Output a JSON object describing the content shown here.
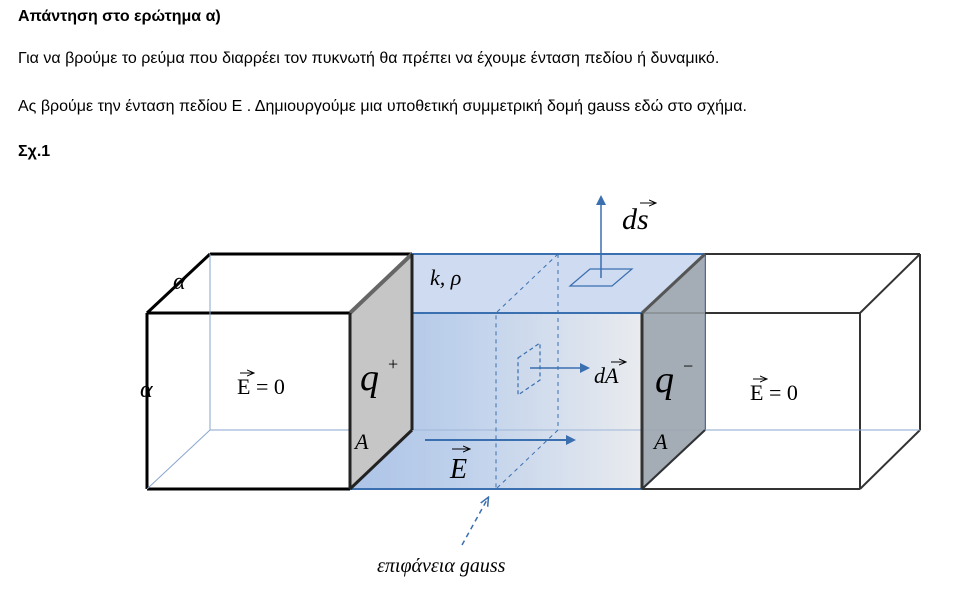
{
  "text": {
    "heading": "Απάντηση   στο ερώτημα α)",
    "paragraph1": "Για να βρούμε το ρεύμα που διαρρέει τον πυκνωτή θα πρέπει να έχουμε ένταση πεδίου ή δυναμικό.",
    "paragraph2": "Ας βρούμε την ένταση πεδίου Ε . Δημιουργούμε  μια υποθετική συμμετρική δομή gauss εδώ στο σχήμα.",
    "figure_label": "Σχ.1"
  },
  "diagram": {
    "alpha_top": "α",
    "alpha_left": "α",
    "e_zero_left": "E = 0",
    "e_zero_right": "E = 0",
    "q_plus": "q",
    "q_plus_sup": "+",
    "q_minus": "q",
    "q_minus_sup": "−",
    "area_left": "A",
    "area_right": "A",
    "k_rho": "k, ρ",
    "ds": "ds",
    "dA": "dA",
    "E_field": "E",
    "gauss_label": "επιφάνεια gauss",
    "colors": {
      "black": "#000000",
      "blue": "#3a6fb0",
      "plate_gray": "#c8c8c8",
      "gauss_fill_start": "#a9c1e6",
      "gauss_fill_end": "#e6e9ef"
    }
  }
}
